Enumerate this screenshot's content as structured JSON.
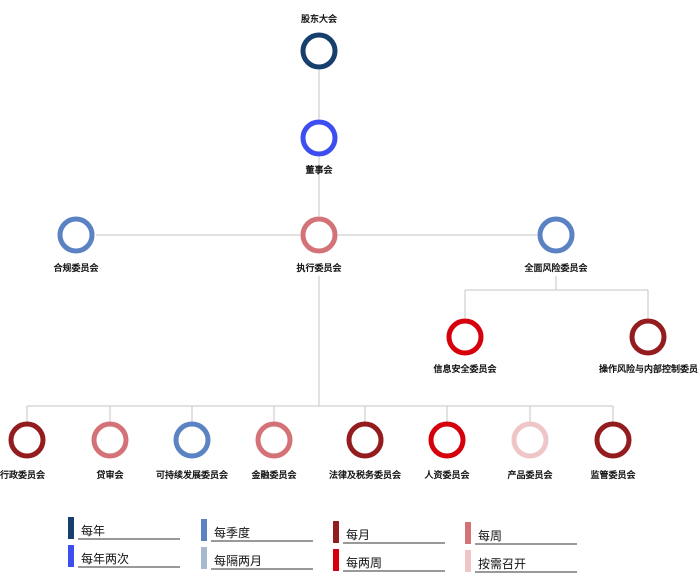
{
  "colors": {
    "yearly": "#163f6e",
    "twice_yearly": "#3d4ef0",
    "quarterly": "#5b82c2",
    "bimonthly": "#a7b9cf",
    "monthly": "#941b1e",
    "biweekly": "#d6000c",
    "weekly": "#d47377",
    "as_needed": "#efc6c8"
  },
  "nodes": {
    "shareholders": {
      "label": "股东大会",
      "color_key": "yearly"
    },
    "board": {
      "label": "董事会",
      "color_key": "twice_yearly"
    },
    "compliance": {
      "label": "合规委员会",
      "color_key": "quarterly"
    },
    "executive": {
      "label": "执行委员会",
      "color_key": "weekly"
    },
    "risk": {
      "label": "全面风险委员会",
      "color_key": "quarterly"
    },
    "infosec": {
      "label": "信息安全委员会",
      "color_key": "biweekly"
    },
    "oprisk": {
      "label": "操作风险与内部控制委员",
      "color_key": "monthly"
    },
    "admin": {
      "label": "行政委员会",
      "color_key": "monthly"
    },
    "loan": {
      "label": "贷审会",
      "color_key": "weekly"
    },
    "sustain": {
      "label": "可持续发展委员会",
      "color_key": "quarterly"
    },
    "finance": {
      "label": "金融委员会",
      "color_key": "weekly"
    },
    "legal": {
      "label": "法律及税务委员会",
      "color_key": "monthly"
    },
    "hr": {
      "label": "人资委员会",
      "color_key": "biweekly"
    },
    "product": {
      "label": "产品委员会",
      "color_key": "as_needed"
    },
    "supervision": {
      "label": "监管委员会",
      "color_key": "monthly"
    }
  },
  "legend": [
    {
      "label": "每年",
      "color_key": "yearly"
    },
    {
      "label": "每年两次",
      "color_key": "twice_yearly"
    },
    {
      "label": "每季度",
      "color_key": "quarterly"
    },
    {
      "label": "每隔两月",
      "color_key": "bimonthly"
    },
    {
      "label": "每月",
      "color_key": "monthly"
    },
    {
      "label": "每两周",
      "color_key": "biweekly"
    },
    {
      "label": "每周",
      "color_key": "weekly"
    },
    {
      "label": "按需召开",
      "color_key": "as_needed"
    }
  ]
}
